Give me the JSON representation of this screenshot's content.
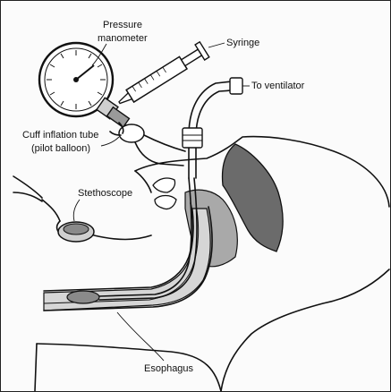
{
  "labels": {
    "pressure_manometer_line1": "Pressure",
    "pressure_manometer_line2": "manometer",
    "syringe": "Syringe",
    "to_ventilator": "To ventilator",
    "cuff_inflation_tube_line1": "Cuff inflation tube",
    "cuff_inflation_tube_line2": "(pilot balloon)",
    "stethoscope": "Stethoscope",
    "esophagus": "Esophagus"
  },
  "colors": {
    "ink": "#111111",
    "shading_dark": "#6b6b6b",
    "shading_mid": "#a9a9a9",
    "shading_light": "#d6d6d6",
    "background": "#fbfbfb"
  }
}
